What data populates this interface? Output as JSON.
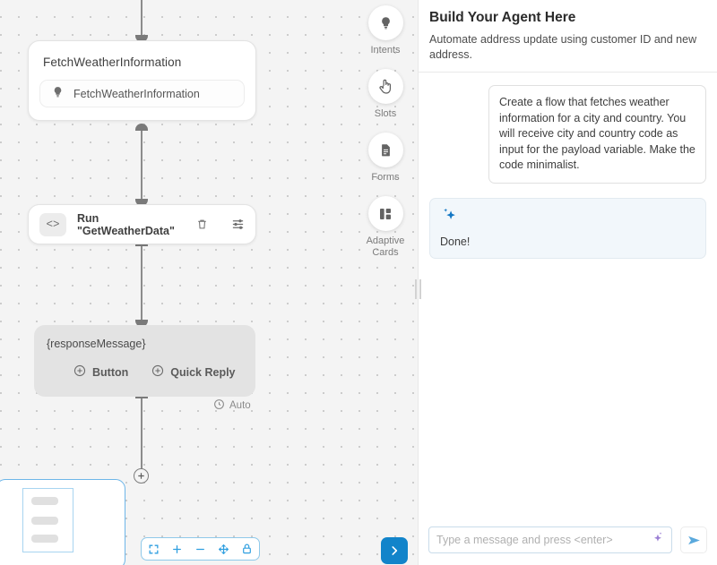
{
  "canvas": {
    "nodes": [
      {
        "title": "FetchWeatherInformation",
        "chip_label": "FetchWeatherInformation",
        "chip_icon": "lightbulb-icon"
      },
      {
        "code_badge": "<>",
        "label": "Run \"GetWeatherData\"",
        "delete_icon": "trash-icon",
        "settings_icon": "sliders-icon"
      },
      {
        "variable": "{responseMessage}",
        "action_button": "Button",
        "action_quick_reply": "Quick Reply"
      }
    ],
    "auto_badge": {
      "label": "Auto",
      "icon": "clock-icon"
    },
    "add_node_icon": "plus-circle-icon",
    "zoom_toolbar": {
      "fit_icon": "fit-screen-icon",
      "zoom_in_icon": "plus-icon",
      "zoom_out_icon": "minus-icon",
      "pan_icon": "move-icon",
      "lock_icon": "lock-icon",
      "accent_color": "#2f9fe0"
    },
    "panel_toggle_icon": "chevron-right-icon",
    "panel_toggle_color": "#1284ca",
    "minimap": {
      "name": "minimap",
      "blocks": 3
    }
  },
  "toolbar": {
    "items": [
      {
        "label": "Intents",
        "icon": "lightbulb-icon"
      },
      {
        "label": "Slots",
        "icon": "hand-pointer-icon"
      },
      {
        "label": "Forms",
        "icon": "document-icon"
      },
      {
        "label": "Adaptive Cards",
        "icon": "layout-blocks-icon"
      }
    ]
  },
  "panel": {
    "title": "Build Your Agent Here",
    "subtitle": "Automate address update using customer ID and new address.",
    "messages": [
      {
        "role": "user",
        "text": "Create a flow that fetches weather information for a city and country. You will receive city and country code as input for the payload variable. Make the code minimalist."
      },
      {
        "role": "assistant",
        "text": "Done!",
        "icon": "sparkle-icon",
        "icon_color": "#1477c4"
      }
    ],
    "composer": {
      "placeholder": "Type a message and press <enter>",
      "value": "",
      "sparkle_icon": "sparkle-icon",
      "sparkle_color": "#9b7fd4",
      "send_icon": "send-icon",
      "send_color": "#5aa9dd"
    },
    "resize_handle": "panel-resize-handle"
  }
}
